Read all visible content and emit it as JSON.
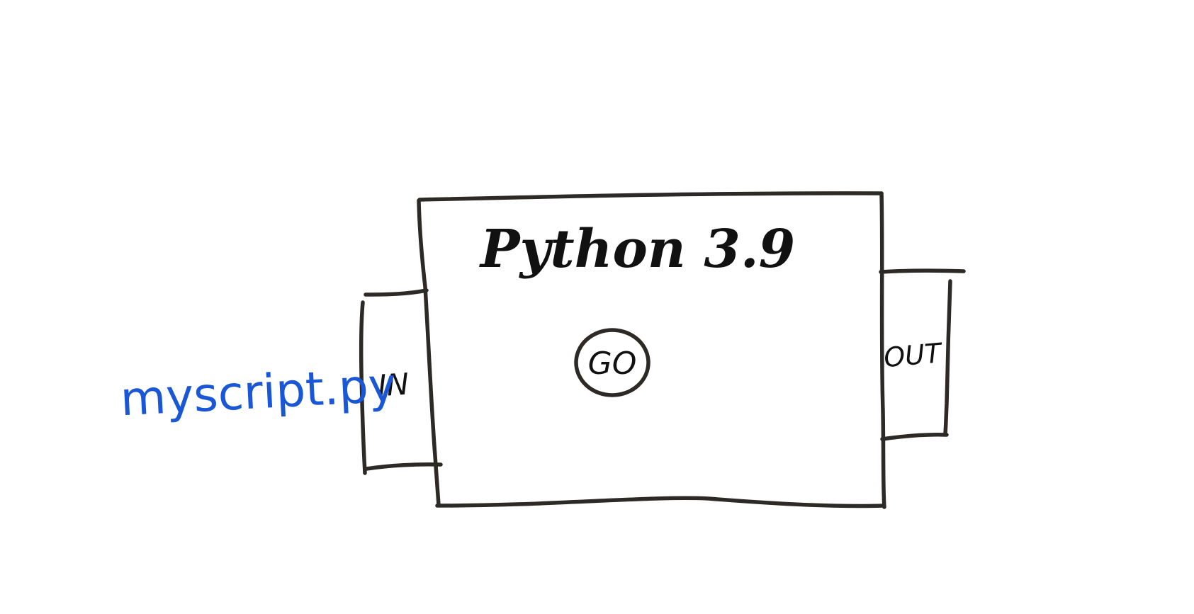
{
  "diagram": {
    "title": "Python 3.9",
    "input_file": "myscript.py",
    "input_port_label": "IN",
    "output_port_label": "OUT",
    "go_button_label": "GO"
  },
  "colors": {
    "ink": "#2d2a26",
    "text": "#111111",
    "file_label": "#1a57d6",
    "background": "#ffffff"
  },
  "icons": {
    "go": "circle-badge"
  }
}
